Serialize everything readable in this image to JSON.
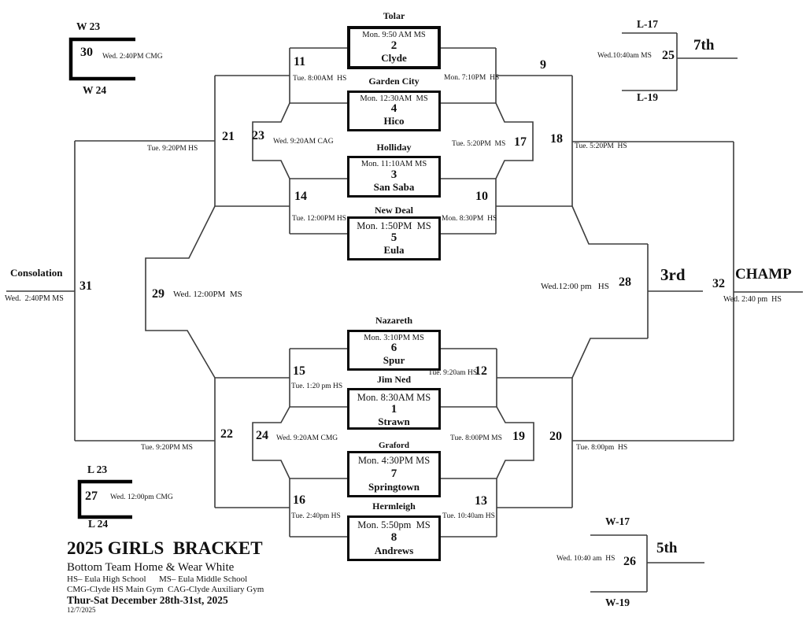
{
  "first_round": {
    "boxes": [
      {
        "seed_label": "Tolar",
        "time": "Mon. 9:50 AM MS",
        "num": "2",
        "host": "Clyde"
      },
      {
        "seed_label": "Garden City",
        "time": "Mon. 12:30AM  MS",
        "num": "4",
        "host": "Hico"
      },
      {
        "seed_label": "Holliday",
        "time": "Mon. 11:10AM MS",
        "num": "3",
        "host": "San Saba"
      },
      {
        "seed_label": "New Deal",
        "time": "Mon. 1:50PM  MS",
        "num": "5",
        "host": "Eula"
      },
      {
        "seed_label": "Nazareth",
        "time": "Mon. 3:10PM MS",
        "num": "6",
        "host": "Spur"
      },
      {
        "seed_label": "Jim Ned",
        "time": "Mon. 8:30AM MS",
        "num": "1",
        "host": "Strawn"
      },
      {
        "seed_label": "Graford",
        "time": "Mon. 4:30PM MS",
        "num": "7",
        "host": "Springtown"
      },
      {
        "seed_label": "Hermleigh",
        "time": "Mon. 5:50pm  MS",
        "num": "8",
        "host": "Andrews"
      }
    ]
  },
  "games": {
    "g9": {
      "num": "9",
      "time": "Mon. 7:10PM  HS"
    },
    "g10": {
      "num": "10",
      "time": "Mon. 8:30PM  HS"
    },
    "g11": {
      "num": "11",
      "time": "Tue. 8:00AM  HS"
    },
    "g12": {
      "num": "12",
      "time": "Tue. 9:20am HS"
    },
    "g13": {
      "num": "13",
      "time": "Tue. 10:40am HS"
    },
    "g14": {
      "num": "14",
      "time": "Tue. 12:00PM HS"
    },
    "g15": {
      "num": "15",
      "time": "Tue. 1:20 pm HS"
    },
    "g16": {
      "num": "16",
      "time": "Tue. 2:40pm HS"
    },
    "g17": {
      "num": "17",
      "time": "Tue. 5:20PM  MS"
    },
    "g18": {
      "num": "18",
      "time": "Tue. 5:20PM  HS"
    },
    "g19": {
      "num": "19",
      "time": "Tue. 8:00PM MS"
    },
    "g20": {
      "num": "20",
      "time": "Tue. 8:00pm  HS"
    },
    "g21": {
      "num": "21",
      "time": "Tue. 9:20PM HS"
    },
    "g22": {
      "num": "22",
      "time": "Tue. 9:20PM MS"
    },
    "g23": {
      "num": "23",
      "time": "Wed. 9:20AM CAG"
    },
    "g24": {
      "num": "24",
      "time": "Wed. 9:20AM CMG"
    },
    "g25": {
      "num": "25",
      "time": "Wed.10:40am MS",
      "feeds_top": "L-17",
      "feeds_bottom": "L-19",
      "place": "7th"
    },
    "g26": {
      "num": "26",
      "time": "Wed. 10:40 am  HS",
      "feeds_top": "W-17",
      "feeds_bottom": "W-19",
      "place": "5th"
    },
    "g27": {
      "num": "27",
      "time": "Wed. 12:00pm CMG",
      "feeds_top": "L 23",
      "feeds_bottom": "L 24"
    },
    "g28": {
      "num": "28",
      "time": "Wed.12:00 pm   HS",
      "place": "3rd"
    },
    "g29": {
      "num": "29",
      "time": "Wed. 12:00PM  MS"
    },
    "g30": {
      "num": "30",
      "time": "Wed. 2:40PM CMG",
      "feeds_top": "W 23",
      "feeds_bottom": "W 24"
    },
    "g31": {
      "num": "31",
      "time": "Wed.  2:40PM MS",
      "place": "Consolation"
    },
    "g32": {
      "num": "32",
      "time": "Wed. 2:40 pm  HS",
      "place": "CHAMP"
    }
  },
  "footer": {
    "title": "2025 GIRLS  BRACKET",
    "line1": "Bottom Team Home & Wear White",
    "line2": "HS– Eula High School      MS– Eula Middle School",
    "line3": "CMG-Clyde HS Main Gym  CAG-Clyde Auxiliary Gym",
    "line4": "Thur-Sat December 28th-31st, 2025",
    "line5": "12/7/2025"
  }
}
